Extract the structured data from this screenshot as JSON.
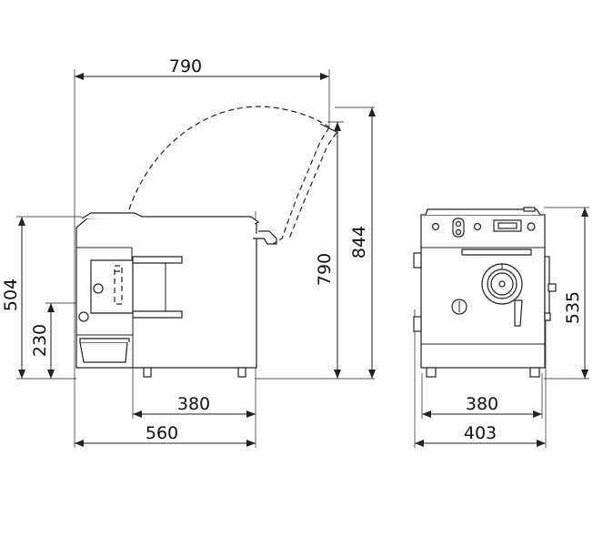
{
  "side_view": {
    "dimensions": {
      "overall_length": "790",
      "open_height": "790",
      "total_height": "844",
      "body_height": "504",
      "lower_height": "230",
      "foot_spacing": "380",
      "base_length": "560"
    }
  },
  "front_view": {
    "dimensions": {
      "height": "535",
      "foot_spacing": "380",
      "width": "403"
    }
  },
  "colors": {
    "line": "#222222",
    "text": "#111111",
    "background": "#ffffff"
  }
}
